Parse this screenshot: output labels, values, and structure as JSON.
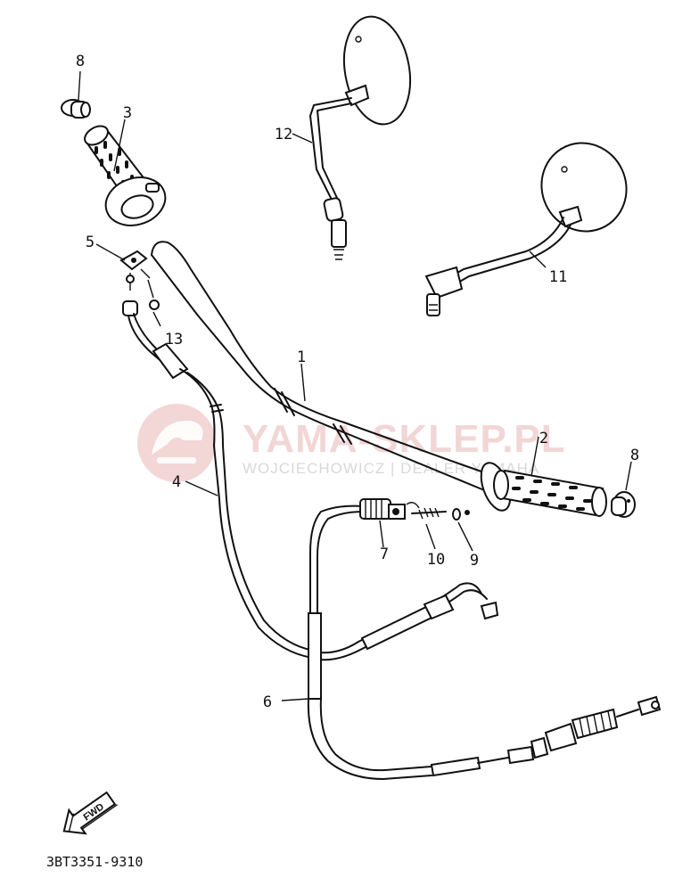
{
  "watermark": {
    "brand": "YAMA-SKLEP.PL",
    "tagline": "WOJCIECHOWICZ | DEALER YAMAHA",
    "colors": {
      "logo": "#e9b5b5",
      "text": "#cccccc"
    }
  },
  "diagram_code": "3BT3351-9310",
  "fwd_label": "FWD",
  "callouts": {
    "c1": "1",
    "c2": "2",
    "c3": "3",
    "c4": "4",
    "c5": "5",
    "c6": "6",
    "c7": "7",
    "c8a": "8",
    "c8b": "8",
    "c9": "9",
    "c10": "10",
    "c11": "11",
    "c12": "12",
    "c13": "13"
  },
  "parts": [
    {
      "ref": "1",
      "part": "handlebar"
    },
    {
      "ref": "2",
      "part": "right-grip"
    },
    {
      "ref": "3",
      "part": "throttle-grip"
    },
    {
      "ref": "4",
      "part": "cable"
    },
    {
      "ref": "5",
      "part": "holder"
    },
    {
      "ref": "6",
      "part": "cable"
    },
    {
      "ref": "7",
      "part": "adjuster"
    },
    {
      "ref": "8",
      "part": "bar-end-weight"
    },
    {
      "ref": "9",
      "part": "washer"
    },
    {
      "ref": "10",
      "part": "spring"
    },
    {
      "ref": "11",
      "part": "mirror-left"
    },
    {
      "ref": "12",
      "part": "mirror-right"
    },
    {
      "ref": "13",
      "part": "nut"
    }
  ]
}
